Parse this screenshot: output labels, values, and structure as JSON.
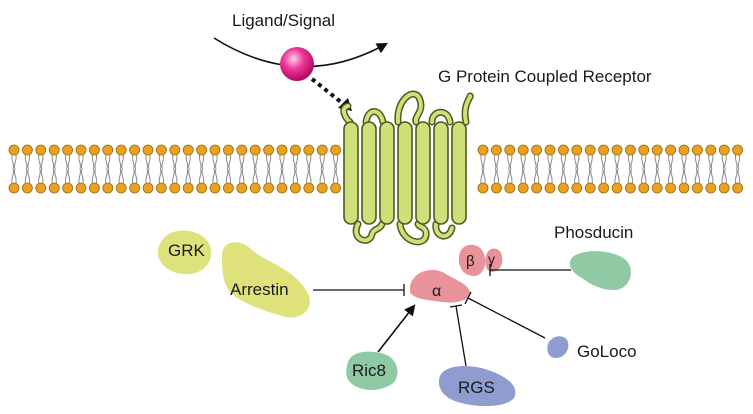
{
  "labels": {
    "ligand": "Ligand/Signal",
    "receptor": "G Protein Coupled Receptor",
    "grk": "GRK",
    "arrestin": "Arrestin",
    "alpha": "α",
    "beta": "β",
    "gamma": "γ",
    "phosducin": "Phosducin",
    "goloco": "GoLoco",
    "rgs": "RGS",
    "ric8": "Ric8"
  },
  "colors": {
    "ligand": "#e0157f",
    "receptor_fill": "#cfe07a",
    "receptor_stroke": "#4f5a1f",
    "lipid_head": "#e9a21f",
    "lipid_head_stroke": "#9a6a10",
    "tail": "#8a8a8a",
    "g_protein": "#e8939a",
    "grk": "#dde27c",
    "arrestin": "#dfe27a",
    "phosducin": "#8fcaa5",
    "ric8": "#8fcaa5",
    "rgs": "#8f9ccf",
    "goloco": "#8f9ccf"
  }
}
